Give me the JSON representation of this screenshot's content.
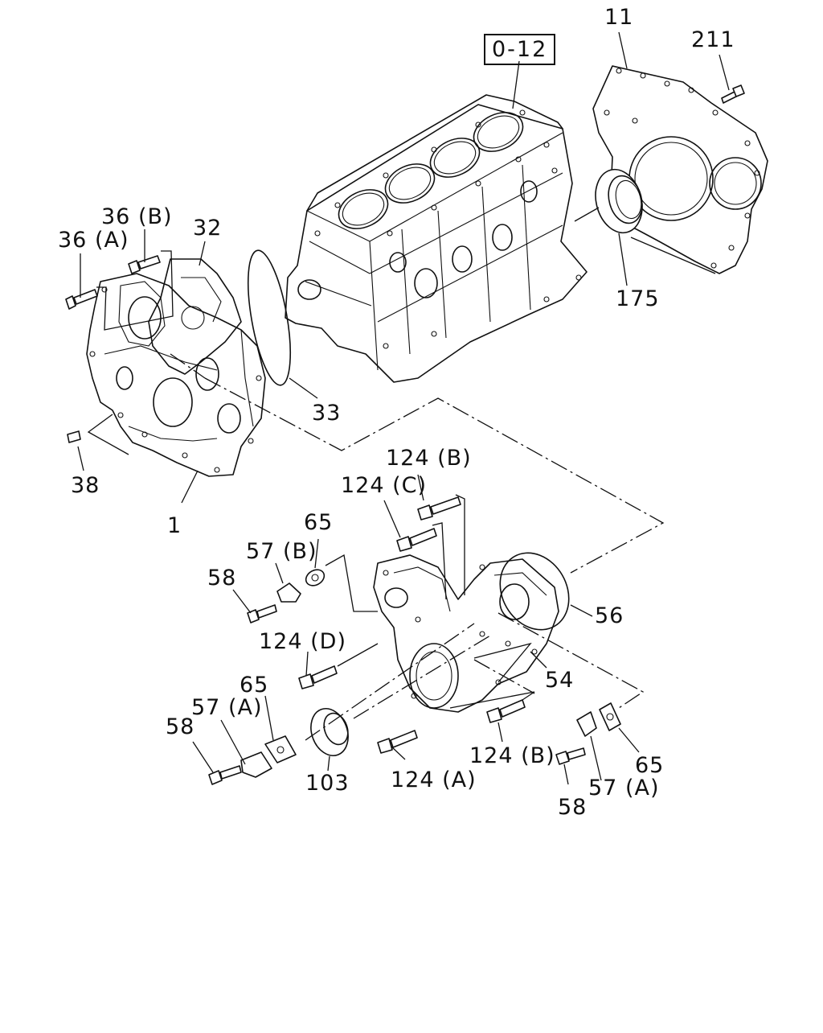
{
  "labels": {
    "ref": "0-12",
    "p11": "11",
    "p211": "211",
    "p175": "175",
    "p36b": "36 (B)",
    "p36a": "36 (A)",
    "p32": "32",
    "p33": "33",
    "p38": "38",
    "p1": "1",
    "p124b_top": "124 (B)",
    "p124c": "124 (C)",
    "p65_top": "65",
    "p57b": "57 (B)",
    "p58_top": "58",
    "p56": "56",
    "p124d": "124 (D)",
    "p54": "54",
    "p65_left": "65",
    "p57a_left": "57 (A)",
    "p58_left": "58",
    "p103": "103",
    "p124a": "124 (A)",
    "p124b_bottom": "124 (B)",
    "p58_right": "58",
    "p57a_right": "57 (A)",
    "p65_right": "65"
  },
  "colors": {
    "line": "#111111",
    "background": "#ffffff"
  }
}
